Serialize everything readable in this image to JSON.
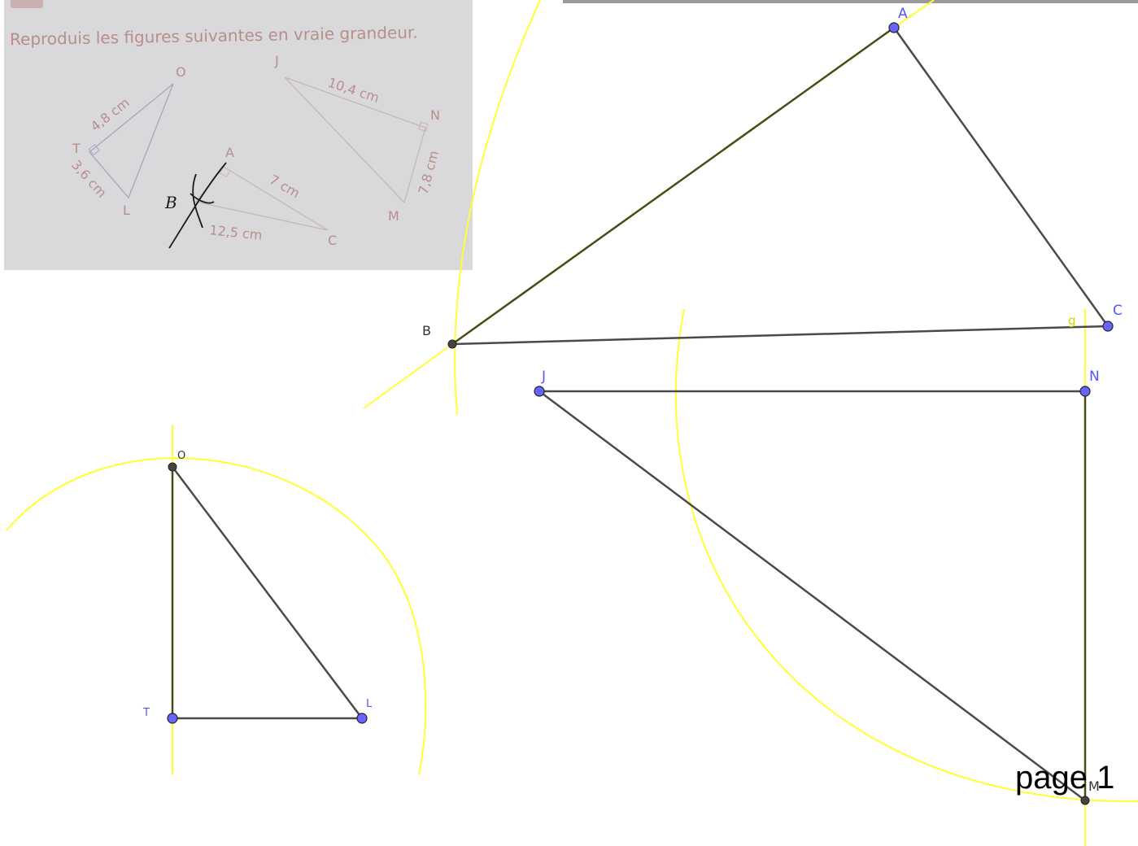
{
  "photo": {
    "instruction": "Reproduis les figures suivantes en vraie grandeur.",
    "labels": {
      "O": "O",
      "T": "T",
      "L": "L",
      "J": "J",
      "N": "N",
      "M": "M",
      "A": "A",
      "B": "B",
      "C": "C"
    },
    "measures": {
      "to": "4,8 cm",
      "tl": "3,6 cm",
      "jn": "10,4 cm",
      "nm": "7,8 cm",
      "ac": "7 cm",
      "bc": "12,5 cm"
    }
  },
  "points": {
    "A": "A",
    "B": "B",
    "C": "C",
    "J": "J",
    "N": "N",
    "M": "M",
    "O": "O",
    "T": "T",
    "L": "L",
    "g": "g"
  },
  "page_label": "page 1",
  "colors": {
    "segment": "#4a4a4a",
    "segment_olive": "#4b4b15",
    "circle": "#ffff33",
    "point_blue": "#6666ff",
    "point_dark": "#444444",
    "label_blue": "#5555ff",
    "photo_text": "#b88e8a",
    "photo_line": "#a9a4bf"
  }
}
